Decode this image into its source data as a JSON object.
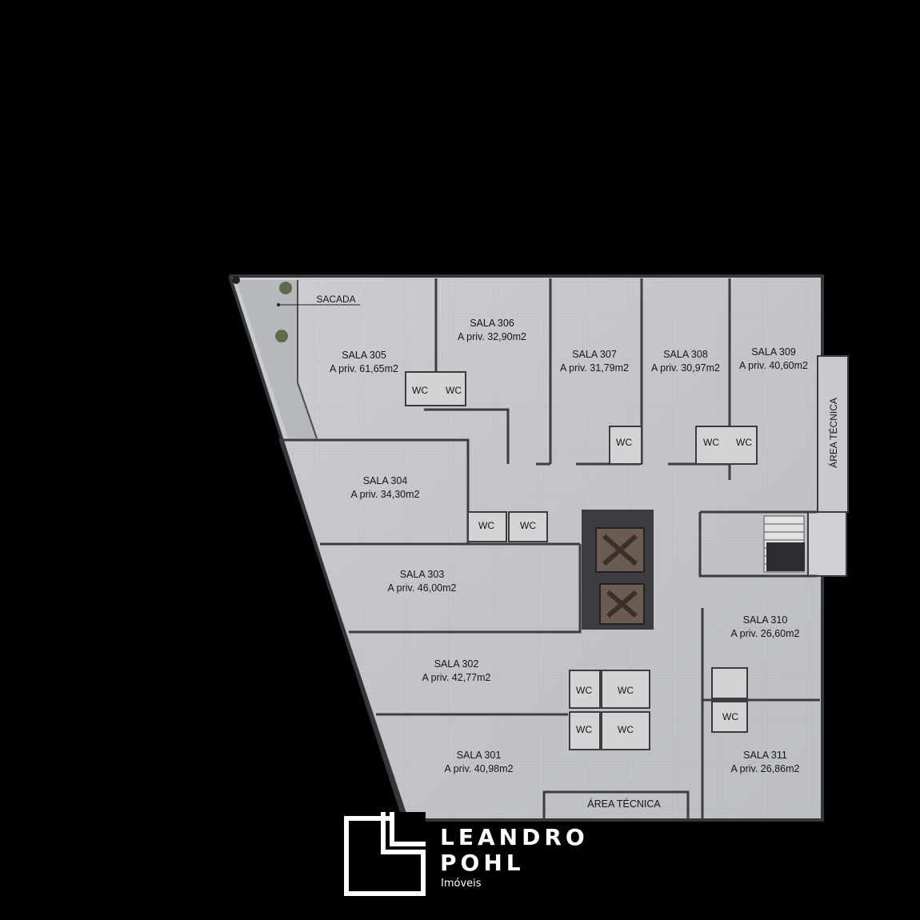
{
  "rooms": [
    {
      "name": "SALA 305",
      "area": "A priv. 61,65m2"
    },
    {
      "name": "SALA 306",
      "area": "A priv. 32,90m2"
    },
    {
      "name": "SALA 307",
      "area": "A priv. 31,79m2"
    },
    {
      "name": "SALA 308",
      "area": "A priv. 30,97m2"
    },
    {
      "name": "SALA 309",
      "area": "A priv. 40,60m2"
    },
    {
      "name": "SALA 304",
      "area": "A priv. 34,30m2"
    },
    {
      "name": "SALA 303",
      "area": "A priv. 46,00m2"
    },
    {
      "name": "SALA 302",
      "area": "A priv. 42,77m2"
    },
    {
      "name": "SALA 301",
      "area": "A priv. 40,98m2"
    },
    {
      "name": "SALA 310",
      "area": "A priv. 26,60m2"
    },
    {
      "name": "SALA 311",
      "area": "A priv. 26,86m2"
    }
  ],
  "labels": {
    "sacada": "SACADA",
    "area_tecnica_side": "ÁREA TÉCNICA",
    "area_tecnica_bottom": "ÁREA TÉCNICA",
    "wc": "WC"
  },
  "brand": {
    "line1": "LEANDRO",
    "line2": "POHL",
    "line3": "Imóveis"
  }
}
